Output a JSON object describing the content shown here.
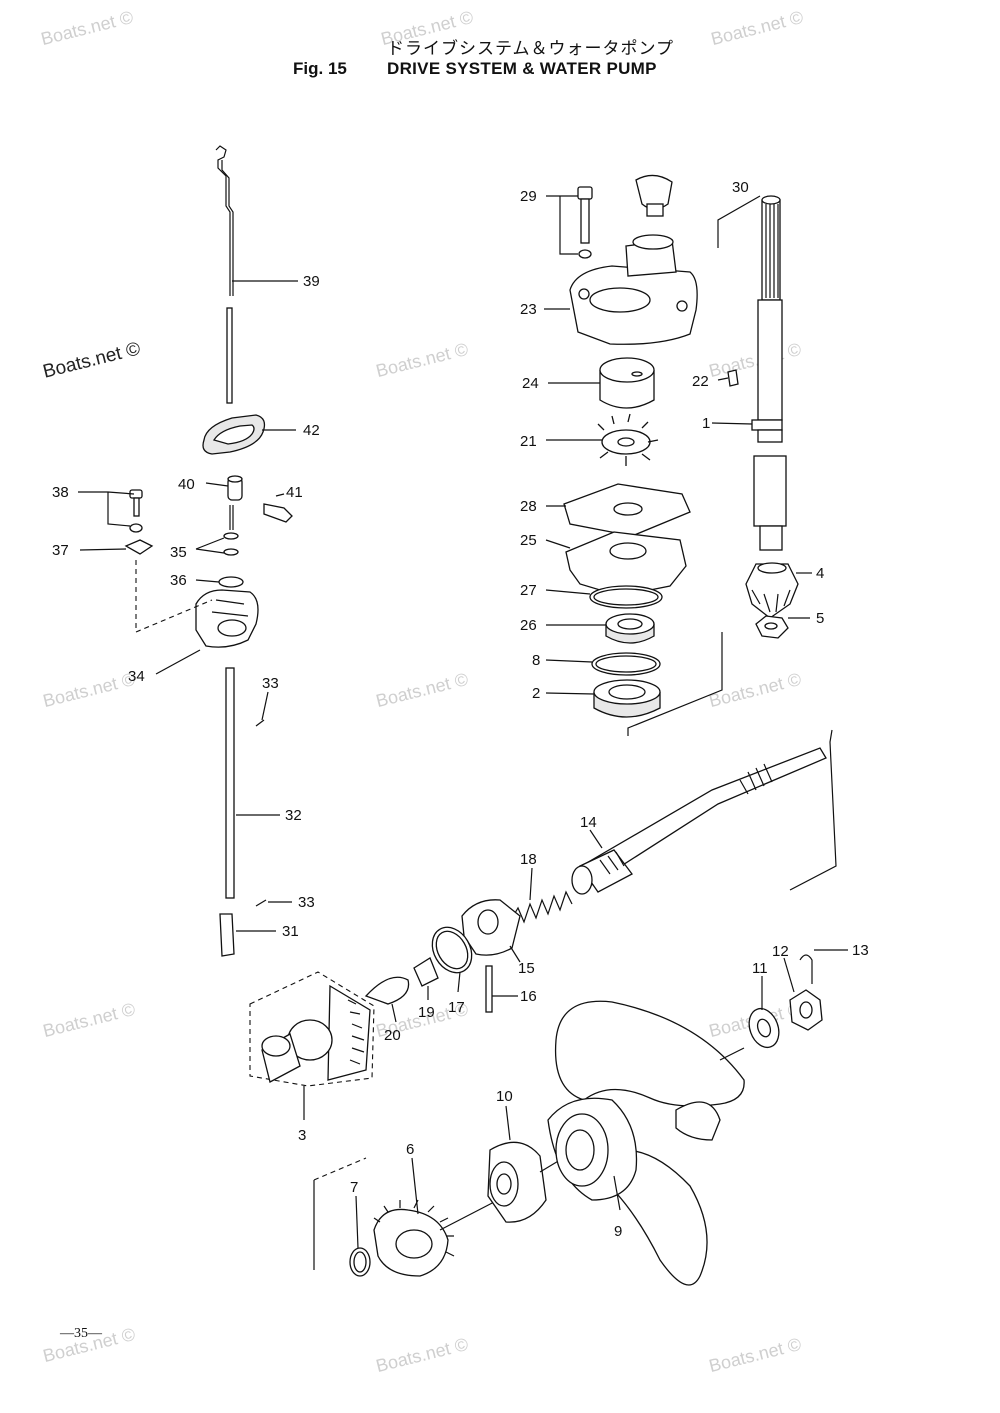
{
  "header": {
    "title_jp": "ドライブシステム＆ウォータポンプ",
    "fig_label": "Fig. 15",
    "title_en": "DRIVE SYSTEM & WATER PUMP"
  },
  "footer": {
    "page_number": "—35—"
  },
  "watermark": {
    "text": "Boats.net ©"
  },
  "callouts": {
    "c1": "1",
    "c2": "2",
    "c3": "3",
    "c4": "4",
    "c5": "5",
    "c6": "6",
    "c7": "7",
    "c8": "8",
    "c9": "9",
    "c10": "10",
    "c11": "11",
    "c12": "12",
    "c13": "13",
    "c14": "14",
    "c15": "15",
    "c16": "16",
    "c17": "17",
    "c18": "18",
    "c19": "19",
    "c20": "20",
    "c21": "21",
    "c22": "22",
    "c23": "23",
    "c24": "24",
    "c25": "25",
    "c26": "26",
    "c27": "27",
    "c28": "28",
    "c29": "29",
    "c30": "30",
    "c31": "31",
    "c32": "32",
    "c33": "33",
    "c34": "34",
    "c35": "35",
    "c36": "36",
    "c37": "37",
    "c38": "38",
    "c39": "39",
    "c40": "40",
    "c41": "41",
    "c42": "42"
  }
}
